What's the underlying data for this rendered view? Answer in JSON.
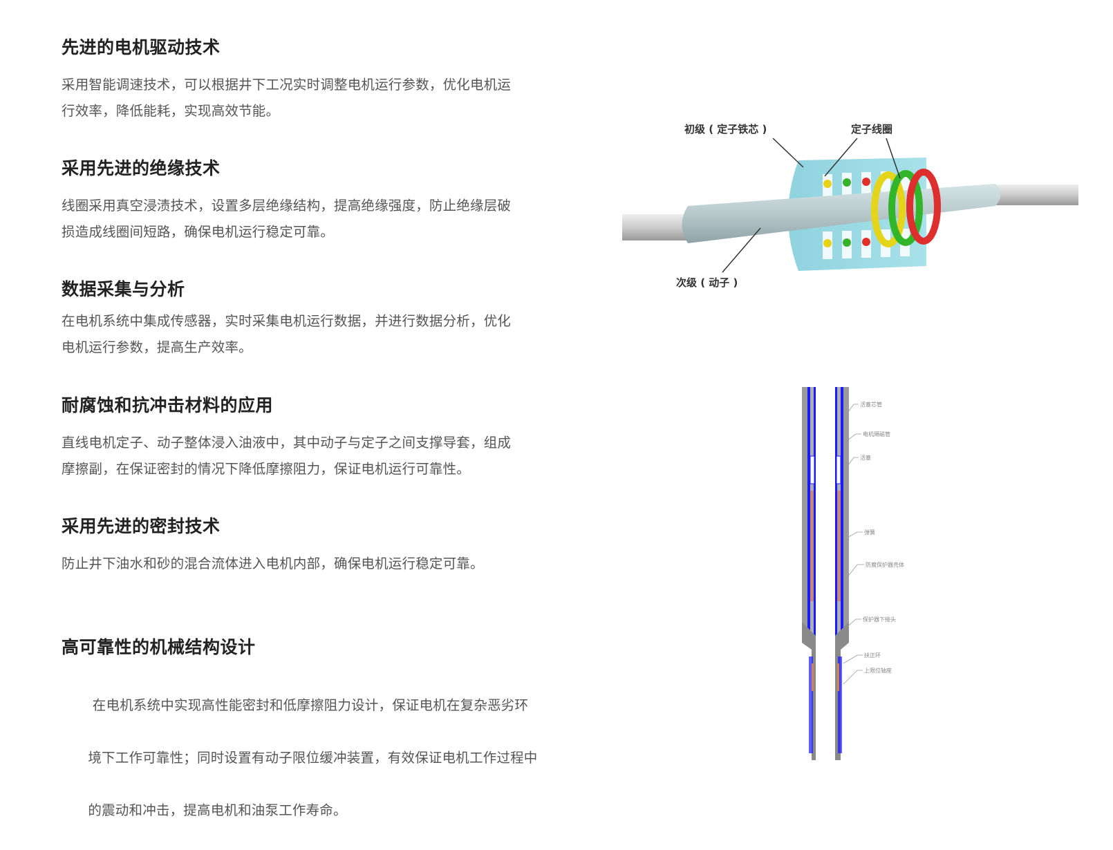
{
  "sections": [
    {
      "title": "先进的电机驱动技术",
      "lines": [
        "采用智能调速技术，可以根据井下工况实时调整电机运行参数，优化电机运",
        "行效率，降低能耗，实现高效节能。"
      ]
    },
    {
      "title": "采用先进的绝缘技术",
      "lines": [
        "线圈采用真空浸渍技术，设置多层绝缘结构，提高绝缘强度，防止绝缘层破",
        "损造成线圈间短路，确保电机运行稳定可靠。"
      ]
    },
    {
      "title": "数据采集与分析",
      "lines": [
        "在电机系统中集成传感器，实时采集电机运行数据，并进行数据分析，优化",
        "电机运行参数，提高生产效率。"
      ]
    },
    {
      "title": "耐腐蚀和抗冲击材料的应用",
      "lines": [
        "直线电机定子、动子整体浸入油液中，其中动子与定子之间支撑导套，组成",
        "摩擦副，在保证密封的情况下降低摩擦阻力，保证电机运行可靠性。"
      ]
    },
    {
      "title": "采用先进的密封技术",
      "lines": [
        "防止井下油水和砂的混合流体进入电机内部，确保电机运行稳定可靠。"
      ]
    },
    {
      "title": "高可靠性的机械结构设计",
      "lines": [
        " 在电机系统中实现高性能密封和低摩擦阻力设计，保证电机在复杂恶劣环",
        "境下工作可靠性；同时设置有动子限位缓冲装置，有效保证电机工作过程中",
        "的震动和冲击，提高电机和油泵工作寿命。"
      ]
    }
  ],
  "motor_diagram": {
    "label_primary": "初级 ( 定子铁芯 )",
    "label_coil": "定子线圈",
    "label_secondary": "次级 ( 动子 )"
  },
  "section_diagram": {
    "labels": [
      "活塞芯管",
      "电机隔磁管",
      "活塞",
      "弹簧",
      "防腐保护器壳体",
      "保护器下接头",
      "扶正环",
      "上限位轴座"
    ]
  }
}
